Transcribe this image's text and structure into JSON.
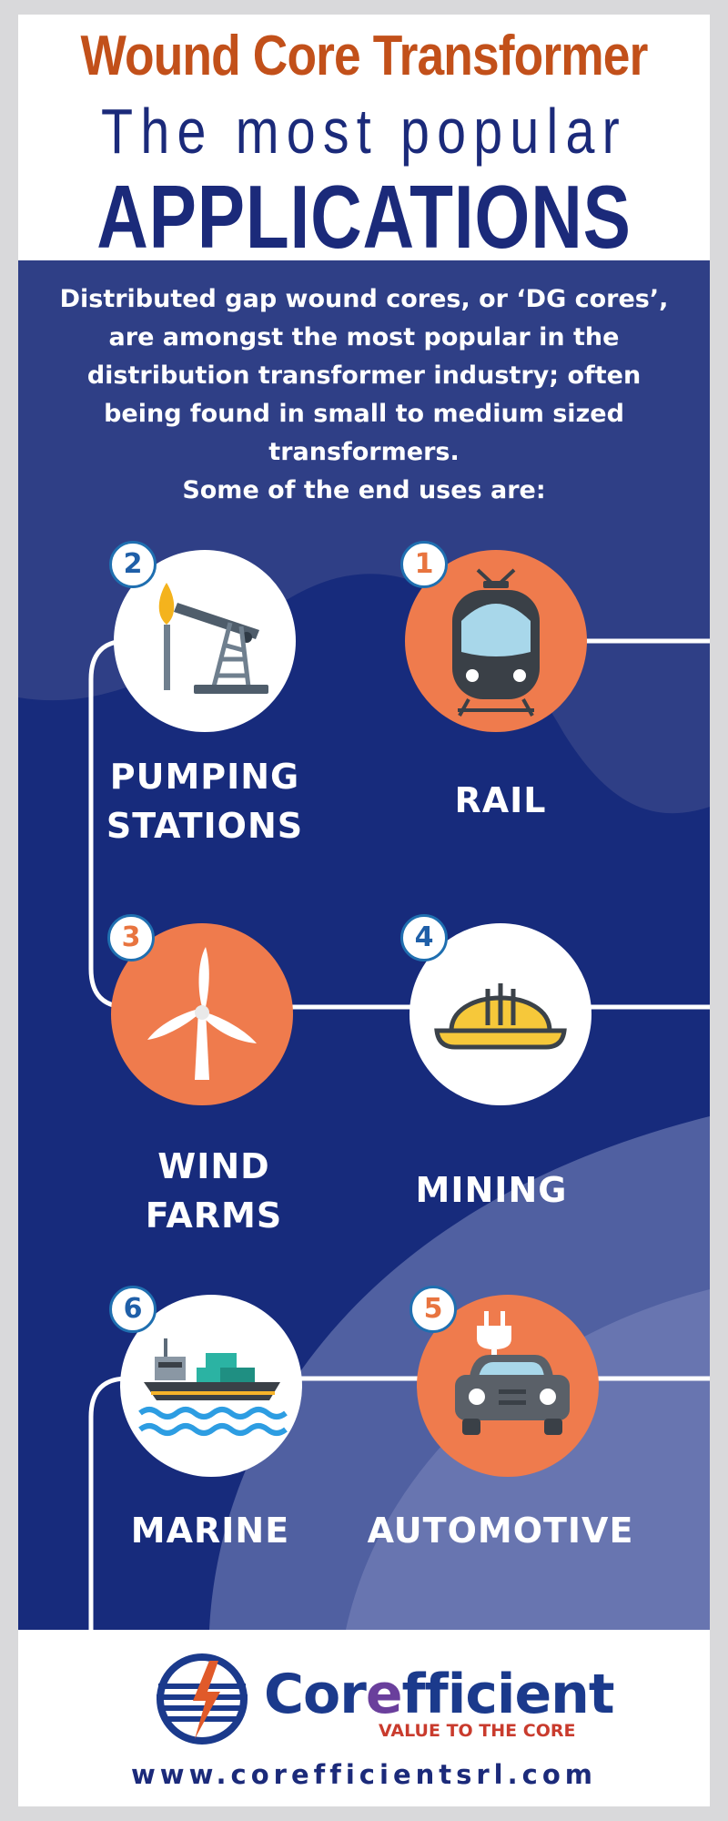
{
  "header": {
    "title_line1": "Wound Core Transformer",
    "title_line2": "The most popular",
    "title_line3": "APPLICATIONS"
  },
  "intro": {
    "paragraph": "Distributed gap wound cores, or ‘DG cores’, are amongst the most popular in the distribution transformer industry; often being found in small to medium sized transformers.",
    "lead_in": "Some of the end uses are:"
  },
  "applications": [
    {
      "number": "1",
      "label": "RAIL",
      "icon": "tram-icon"
    },
    {
      "number": "2",
      "label_line1": "PUMPING",
      "label_line2": "STATIONS",
      "icon": "oil-pump-icon"
    },
    {
      "number": "3",
      "label_line1": "WIND",
      "label_line2": "FARMS",
      "icon": "wind-turbine-icon"
    },
    {
      "number": "4",
      "label": "MINING",
      "icon": "hard-hat-icon"
    },
    {
      "number": "5",
      "label": "AUTOMOTIVE",
      "icon": "electric-car-icon"
    },
    {
      "number": "6",
      "label": "MARINE",
      "icon": "cargo-ship-icon"
    }
  ],
  "footer": {
    "brand_part1": "Cor",
    "brand_part2": "e",
    "brand_part3": "fficient",
    "tagline": "VALUE TO THE CORE",
    "website": "www.corefficientsrl.com"
  },
  "colors": {
    "title_orange": "#c2501a",
    "navy": "#1b2a7a",
    "panel_blue": "#172b7c",
    "circle_orange": "#ef7b4d",
    "badge_border": "#1f6fb0"
  }
}
